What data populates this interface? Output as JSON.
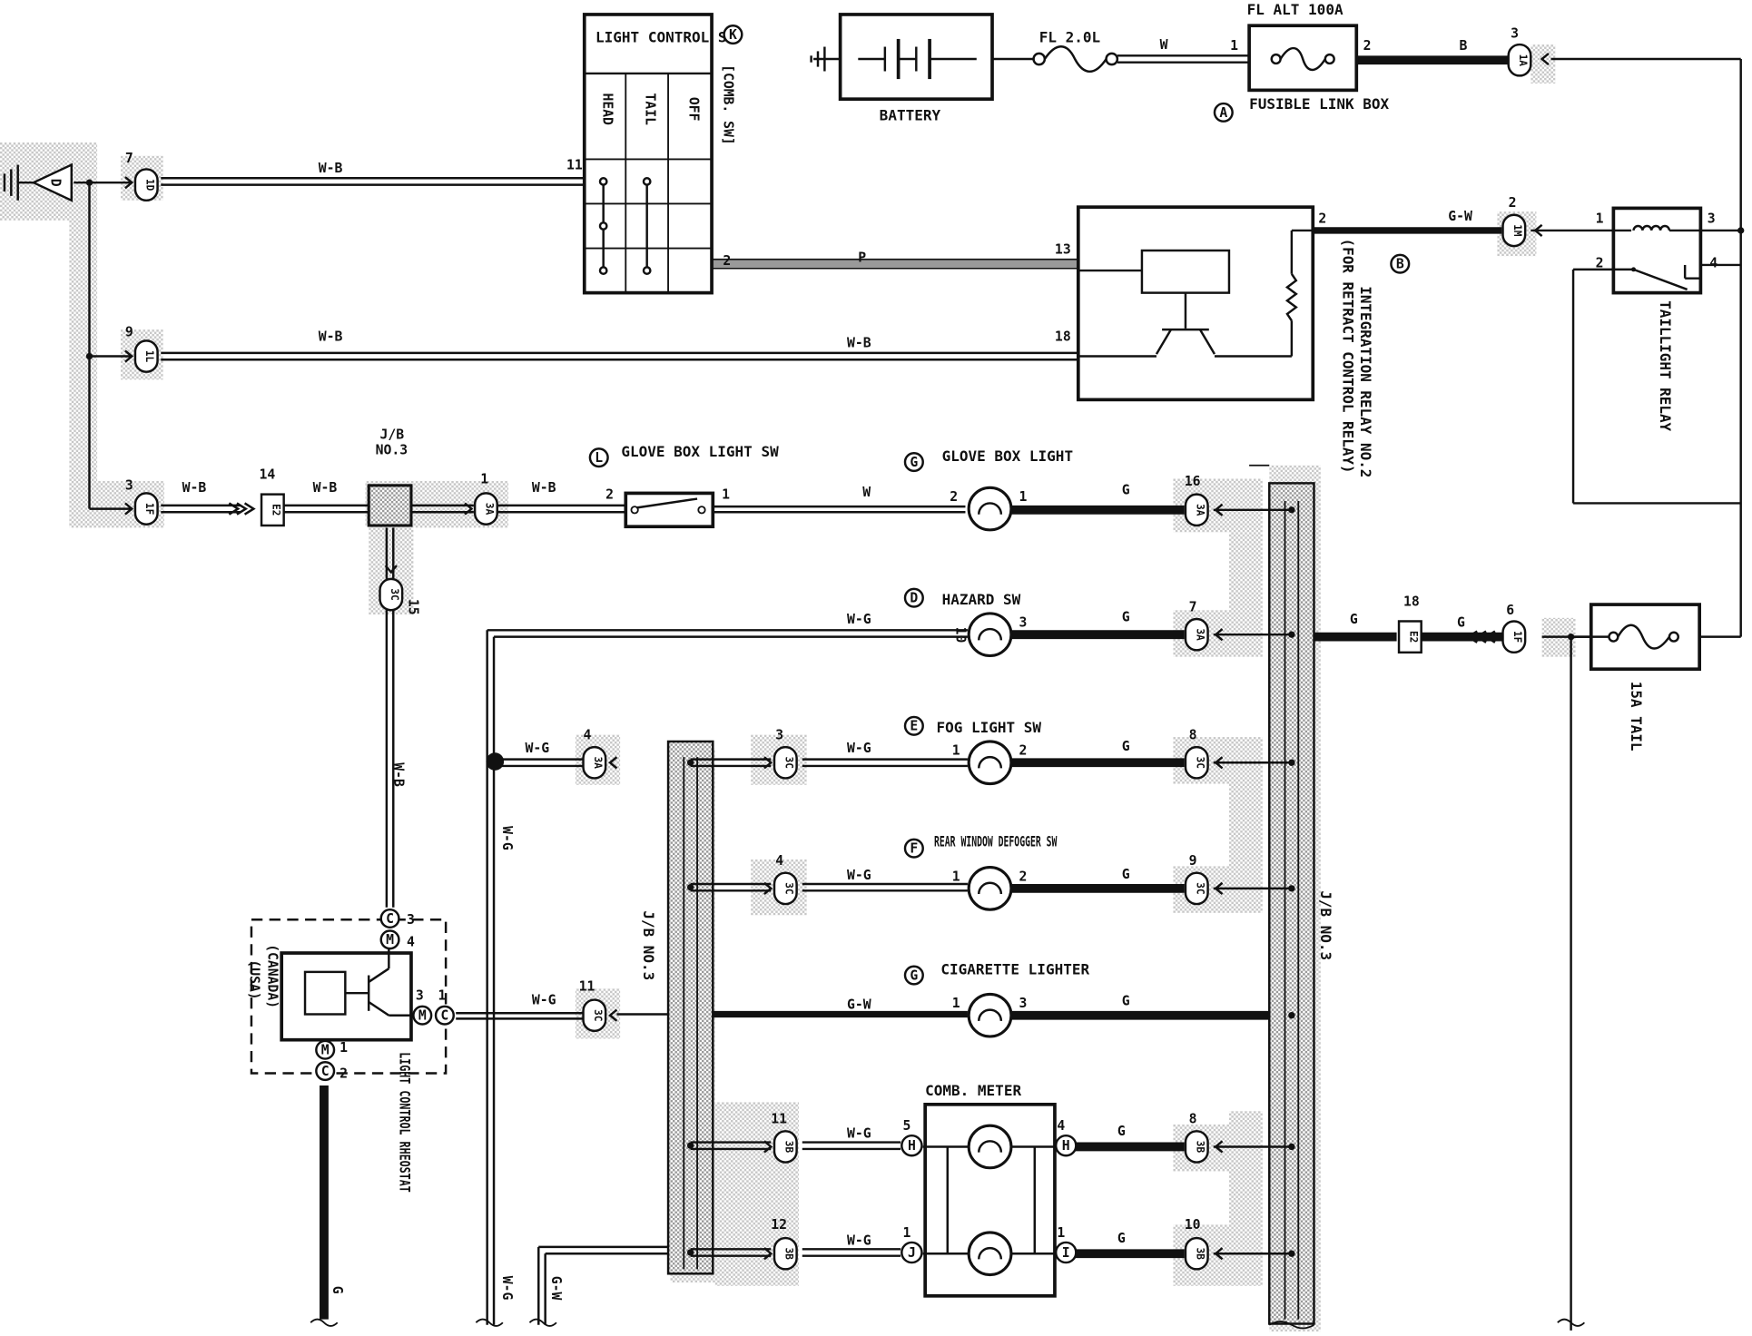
{
  "style": {
    "ink": "#111111",
    "shade": "#cdcdcd",
    "paper": "#ffffff"
  },
  "components": {
    "light_control_sw": {
      "name": "LIGHT CONTROL SW",
      "ref": "K",
      "note": "[COMB. SW]",
      "positions": [
        "HEAD",
        "TAIL",
        "OFF"
      ],
      "pins": [
        "11",
        "2"
      ]
    },
    "battery": {
      "name": "BATTERY"
    },
    "fl_main": {
      "name": "FL 2.0L"
    },
    "fl_alt": {
      "name": "FL ALT 100A",
      "pins": [
        "1",
        "2"
      ]
    },
    "fusible_link_box": {
      "ref": "A",
      "name": "FUSIBLE LINK BOX"
    },
    "integration_relay": {
      "ref": "B",
      "name": "INTEGRATION RELAY NO.2",
      "note": "(FOR RETRACT CONTROL RELAY)",
      "pins": [
        "2",
        "13",
        "18"
      ]
    },
    "taillight_relay": {
      "name": "TAILLIGHT RELAY",
      "pins": [
        "1",
        "2",
        "3",
        "4"
      ]
    },
    "tail_fuse": {
      "name": "15A TAIL"
    },
    "ground_d": {
      "ref": "D"
    },
    "glove_box_light_sw": {
      "ref": "L",
      "name": "GLOVE BOX LIGHT SW",
      "pins": [
        "2",
        "1"
      ]
    },
    "glove_box_light": {
      "ref": "G",
      "name": "GLOVE BOX LIGHT",
      "pins": [
        "2",
        "1"
      ]
    },
    "hazard_sw": {
      "ref": "D",
      "name": "HAZARD SW",
      "pins": [
        "10",
        "3"
      ]
    },
    "fog_light_sw": {
      "ref": "E",
      "name": "FOG LIGHT SW",
      "pins": [
        "1",
        "2"
      ]
    },
    "rear_window_defogger_sw": {
      "ref": "F",
      "name": "REAR WINDOW DEFOGGER SW",
      "pins": [
        "1",
        "2"
      ]
    },
    "cigarette_lighter": {
      "ref": "G",
      "name": "CIGARETTE LIGHTER",
      "pins": [
        "1",
        "3"
      ]
    },
    "comb_meter": {
      "name": "COMB. METER",
      "pins": [
        "5",
        "4",
        "1",
        "1"
      ],
      "connectors": [
        "H",
        "H",
        "J",
        "I"
      ]
    },
    "light_control_rheostat": {
      "name": "LIGHT CONTROL RHEOSTAT",
      "variants": [
        "(CANADA)",
        "(USA)"
      ],
      "pins": [
        "3",
        "4",
        "3",
        "1",
        "1",
        "2"
      ],
      "connectors": [
        "C",
        "M",
        "M",
        "C",
        "M",
        "C"
      ]
    },
    "jb_no3": {
      "name": "J/B NO.3"
    }
  },
  "connectors": {
    "c_1d": "1D",
    "c_1l": "1L",
    "c_1f": "1F",
    "c_e2": "E2",
    "c_1a": "1A",
    "c_1m": "1M",
    "c_3a": "3A",
    "c_3c": "3C",
    "c_3b": "3B"
  },
  "pins": {
    "p_1": "1",
    "p_2": "2",
    "p_3": "3",
    "p_4": "4",
    "p_6": "6",
    "p_7": "7",
    "p_8": "8",
    "p_9": "9",
    "p_10": "10",
    "p_11": "11",
    "p_12": "12",
    "p_13": "13",
    "p_14": "14",
    "p_15": "15",
    "p_16": "16",
    "p_18": "18"
  },
  "wires": {
    "wb": "W-B",
    "w": "W",
    "b": "B",
    "gw": "G-W",
    "p": "P",
    "g": "G",
    "wg": "W-G"
  }
}
